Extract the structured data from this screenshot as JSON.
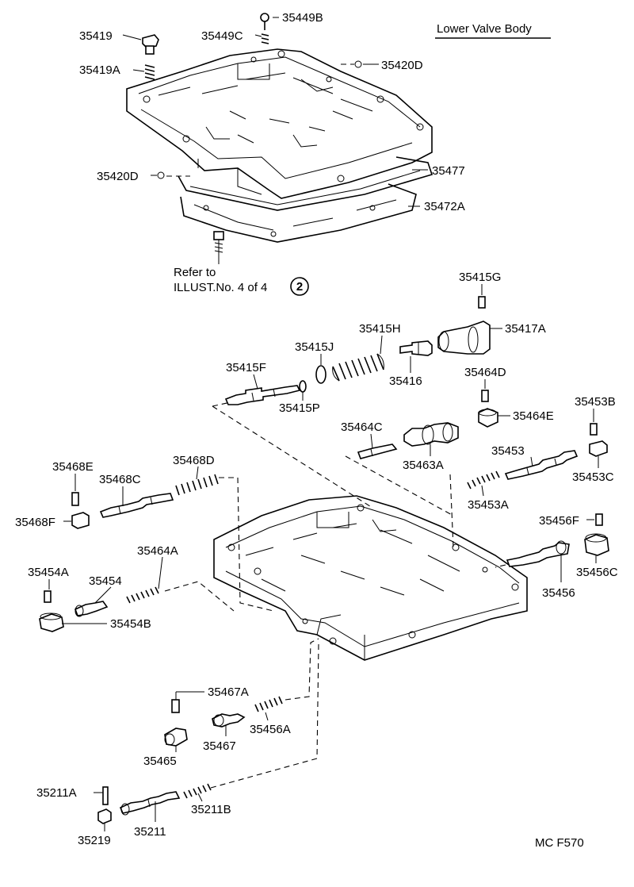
{
  "title": "Lower Valve Body",
  "figure_code": "MC F570",
  "reference_note": {
    "line1": "Refer to",
    "line2": "ILLUST.No. 4 of 4",
    "circle_number": "2"
  },
  "parts": [
    "35419",
    "35419A",
    "35449C",
    "35449B",
    "35420D",
    "35420D",
    "35477",
    "35472A",
    "35415G",
    "35417A",
    "35415H",
    "35415J",
    "35416",
    "35415F",
    "35415P",
    "35464D",
    "35464E",
    "35453B",
    "35464C",
    "35463A",
    "35453",
    "35453C",
    "35453A",
    "35468E",
    "35468D",
    "35468C",
    "35468F",
    "35456F",
    "35456C",
    "35456",
    "35464A",
    "35454A",
    "35454",
    "35454B",
    "35467A",
    "35456A",
    "35465",
    "35467",
    "35211A",
    "35211B",
    "35219",
    "35211"
  ]
}
